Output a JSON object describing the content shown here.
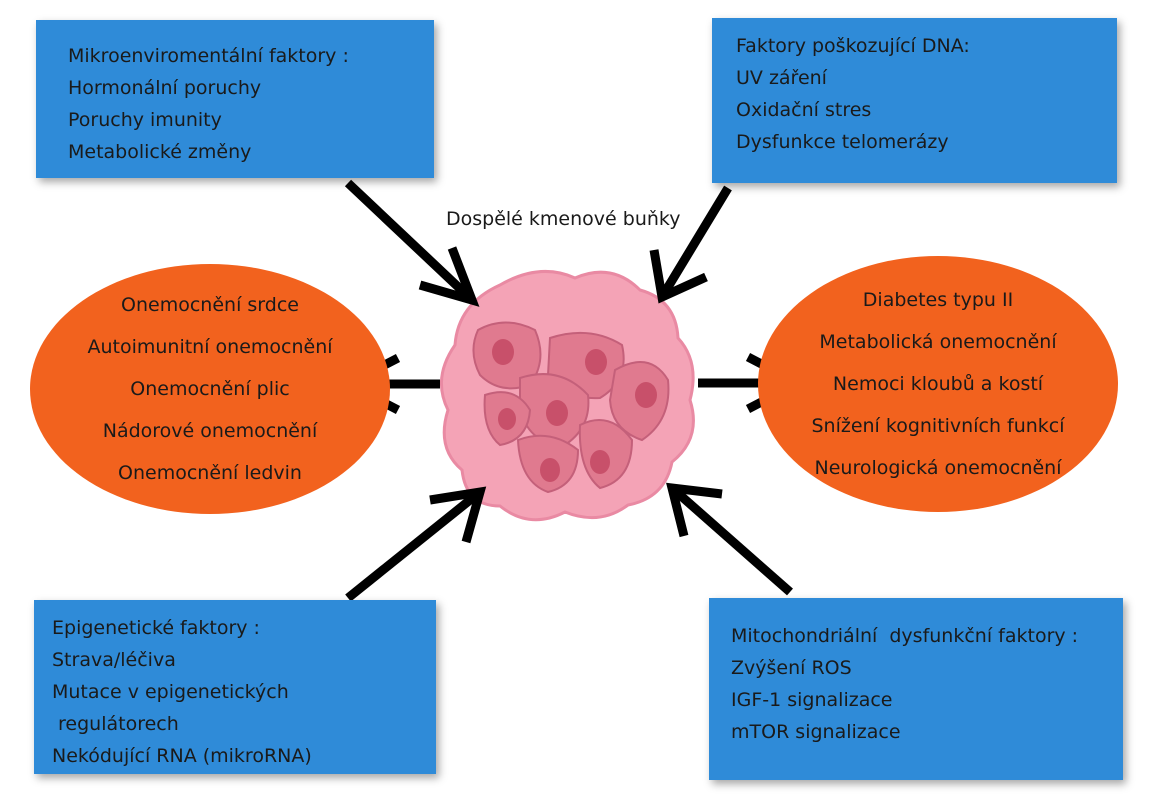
{
  "center_label": "Dospělé kmenové buňky",
  "boxes": {
    "top_left": [
      "Mikroenviromentální faktory :",
      "Hormonální poruchy",
      "Poruchy imunity",
      "Metabolické změny"
    ],
    "top_right": [
      "Faktory poškozující DNA:",
      "UV záření",
      "Oxidační stres",
      "Dysfunkce telomerázy"
    ],
    "bottom_left": [
      "Epigenetické faktory :",
      "Strava/léčiva",
      "Mutace v epigenetických",
      " regulátorech",
      "Nekódující RNA (mikroRNA)"
    ],
    "bottom_right": [
      "Mitochondriální  dysfunkční faktory :",
      "Zvýšení ROS",
      "IGF-1 signalizace",
      "mTOR signalizace"
    ]
  },
  "ovals": {
    "left": [
      "Onemocnění srdce",
      "Autoimunitní onemocnění",
      "Onemocnění plic",
      "Nádorové onemocnění",
      "Onemocnění ledvin"
    ],
    "right": [
      "Diabetes typu II",
      "Metabolická onemocnění",
      "Nemoci kloubů a kostí",
      "Snížení kognitivních funkcí",
      "Neurologická onemocnění"
    ]
  },
  "colors": {
    "box_fill": "#2f8bd8",
    "oval_fill": "#f2621e",
    "cell_cluster": "#f4a3b6",
    "arrow": "#000000"
  }
}
